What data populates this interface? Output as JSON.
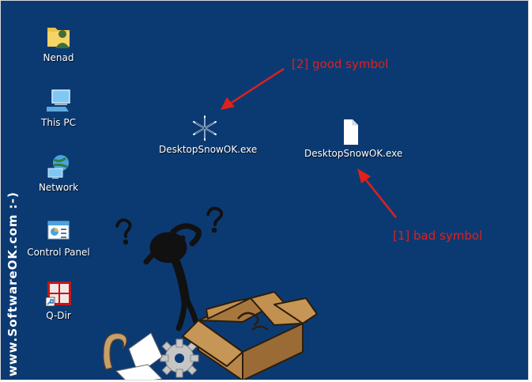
{
  "desktop": {
    "background_color": "#0b3a73",
    "icons": [
      {
        "label": "Nenad",
        "icon": "user-folder-icon"
      },
      {
        "label": "This PC",
        "icon": "computer-icon"
      },
      {
        "label": "Network",
        "icon": "network-icon"
      },
      {
        "label": "Control Panel",
        "icon": "control-panel-icon"
      },
      {
        "label": "Q-Dir",
        "icon": "q-dir-icon"
      }
    ],
    "files": [
      {
        "label": "DesktopSnowOK.exe",
        "icon": "snowflake-icon"
      },
      {
        "label": "DesktopSnowOK.exe",
        "icon": "blank-file-icon"
      }
    ]
  },
  "annotations": {
    "good": "[2] good symbol",
    "bad": "[1] bad symbol",
    "color": "#e0201a"
  },
  "watermark": "www.SoftwareOK.com :-)"
}
